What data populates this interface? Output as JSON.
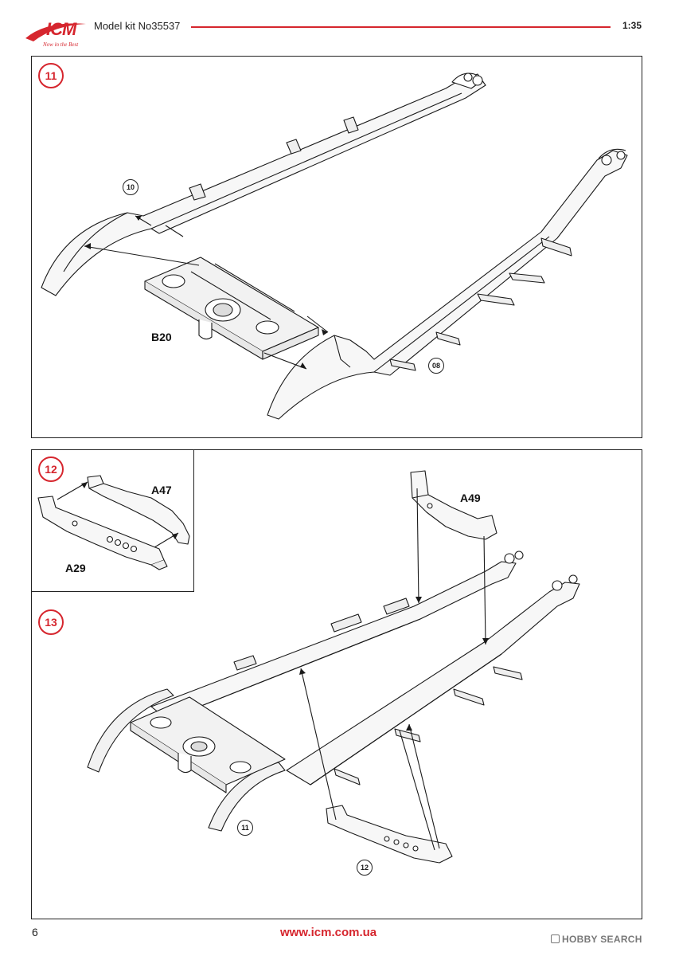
{
  "header": {
    "brand": "ICM",
    "tagline": "Now in the Best",
    "kit_label": "Model kit No35537",
    "scale": "1:35",
    "accent_color": "#d6262e"
  },
  "step11": {
    "number": "11",
    "refs": [
      "10",
      "08"
    ],
    "parts": [
      "B20"
    ]
  },
  "step12": {
    "number": "12",
    "parts": [
      "A47",
      "A29"
    ]
  },
  "step13": {
    "number": "13",
    "refs": [
      "11",
      "12"
    ],
    "parts": [
      "A49"
    ]
  },
  "footer": {
    "page_number": "6",
    "website": "www.icm.com.ua",
    "watermark": "HOBBY SEARCH"
  }
}
